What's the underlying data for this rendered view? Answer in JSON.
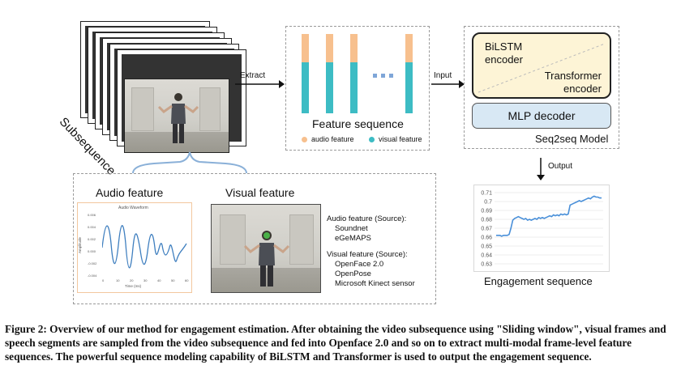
{
  "colors": {
    "audio": "#f7c08e",
    "visual": "#3dbcc4",
    "encoder_fill": "#fdf4d6",
    "decoder_fill": "#d8e8f4",
    "line": "#4a90d9"
  },
  "subsequence_label": "Subsequence",
  "extract_label": "Extract",
  "input_label": "Input",
  "output_label": "Output",
  "feature_sequence": {
    "title": "Feature sequence",
    "legend_audio": "audio feature",
    "legend_visual": "visual feature",
    "bars": [
      {
        "audio_fraction": 0.36
      },
      {
        "audio_fraction": 0.36
      },
      {
        "audio_fraction": 0.36
      },
      {
        "audio_fraction": 0.36
      },
      {
        "audio_fraction": 0.36
      }
    ]
  },
  "model": {
    "encoder_line1": "BiLSTM",
    "encoder_line2": "encoder",
    "transformer_line1": "Transformer",
    "transformer_line2": "encoder",
    "decoder": "MLP decoder",
    "title": "Seq2seq Model"
  },
  "features": {
    "audio_heading": "Audio feature",
    "visual_heading": "Visual feature",
    "waveform_title": "Audio Waveform",
    "waveform_xlabel": "Time (ms)",
    "waveform_ylabel": "Amplitude",
    "waveform_xticks": [
      "0",
      "10",
      "20",
      "30",
      "40",
      "50",
      "60"
    ],
    "waveform_yticks": [
      "0.006",
      "0.004",
      "0.002",
      "0.000",
      "-0.002",
      "-0.004"
    ],
    "audio_source_title": "Audio feature (Source):",
    "audio_sources": [
      "Soundnet",
      "eGeMAPS"
    ],
    "visual_source_title": "Visual feature (Source):",
    "visual_sources": [
      "OpenFace 2.0",
      "OpenPose",
      "Microsoft Kinect sensor"
    ]
  },
  "engagement": {
    "title": "Engagement sequence"
  },
  "chart_data": {
    "type": "line",
    "title": "",
    "xlabel": "",
    "ylabel": "",
    "ylim": [
      0.63,
      0.71
    ],
    "yticks": [
      "0.71",
      "0.7",
      "0.69",
      "0.68",
      "0.67",
      "0.66",
      "0.65",
      "0.64",
      "0.63"
    ],
    "values": [
      0.662,
      0.662,
      0.662,
      0.661,
      0.662,
      0.662,
      0.662,
      0.663,
      0.67,
      0.679,
      0.681,
      0.682,
      0.683,
      0.682,
      0.681,
      0.68,
      0.681,
      0.679,
      0.68,
      0.679,
      0.68,
      0.681,
      0.68,
      0.682,
      0.681,
      0.682,
      0.681,
      0.682,
      0.683,
      0.684,
      0.683,
      0.685,
      0.684,
      0.685,
      0.684,
      0.686,
      0.685,
      0.686,
      0.685,
      0.686,
      0.696,
      0.697,
      0.698,
      0.699,
      0.7,
      0.701,
      0.7,
      0.701,
      0.702,
      0.703,
      0.704,
      0.703,
      0.705,
      0.706,
      0.705,
      0.705,
      0.704,
      0.704
    ]
  },
  "caption": "Figure 2: Overview of our method for engagement estimation. After obtaining the video subsequence using \"Sliding window\", visual frames and speech segments are sampled from the video subsequence and fed into Openface 2.0 and so on to extract multi-modal frame-level feature sequences. The powerful sequence modeling capability of BiLSTM and Transformer is used to output the engagement sequence."
}
